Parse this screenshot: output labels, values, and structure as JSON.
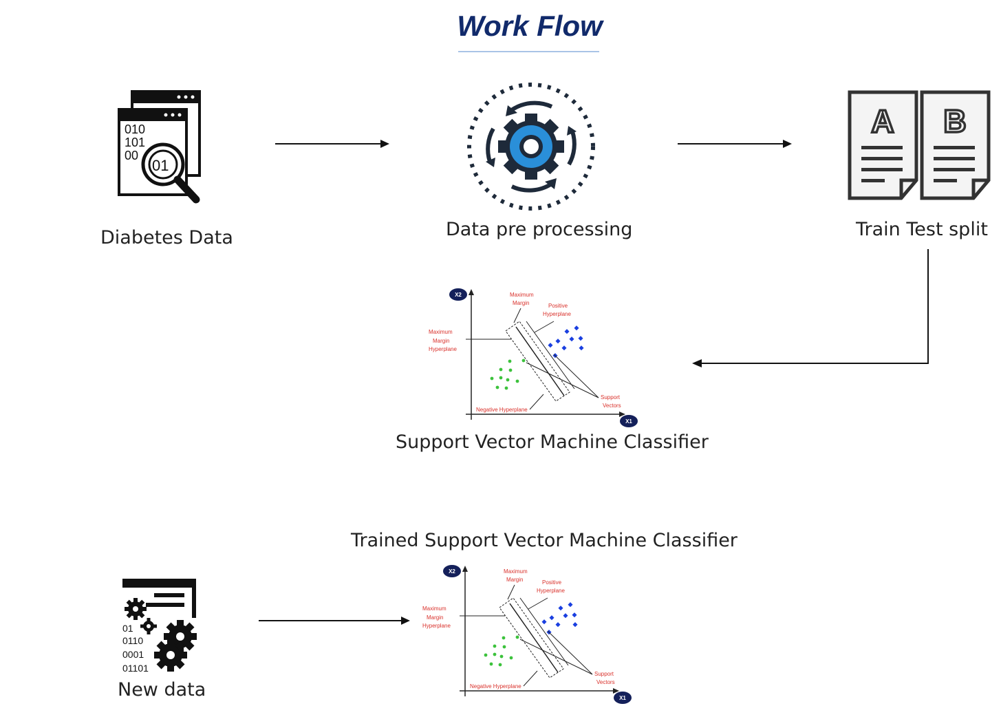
{
  "title": "Work Flow",
  "nodes": {
    "diabetes_data": "Diabetes Data",
    "preprocessing": "Data pre processing",
    "train_test_split": "Train Test split",
    "svm_classifier": "Support Vector Machine Classifier",
    "trained_classifier": "Trained Support Vector Machine Classifier",
    "new_data": "New data"
  },
  "icons": {
    "data_icon_lines": [
      "010",
      "101",
      "00",
      "01"
    ],
    "split_letters": [
      "A",
      "B"
    ],
    "new_data_lines": [
      "01",
      "0110",
      "0001",
      "01101"
    ]
  },
  "svm_figure": {
    "axis_y": "X2",
    "axis_x": "X1",
    "max_margin": [
      "Maximum",
      "Margin"
    ],
    "positive_hyperplane": [
      "Positive",
      "Hyperplane"
    ],
    "max_margin_hyperplane": [
      "Maximum",
      "Margin",
      "Hyperplane"
    ],
    "support_vectors": [
      "Support",
      "Vectors"
    ],
    "negative_hyperplane": "Negative Hyperplane"
  },
  "colors": {
    "title": "#112a6b",
    "gear": "#2a8fd9",
    "annotation": "#d9302a",
    "positive_points": "#1a3fe0",
    "negative_points": "#3cc23c",
    "axis_badge": "#14205a"
  }
}
